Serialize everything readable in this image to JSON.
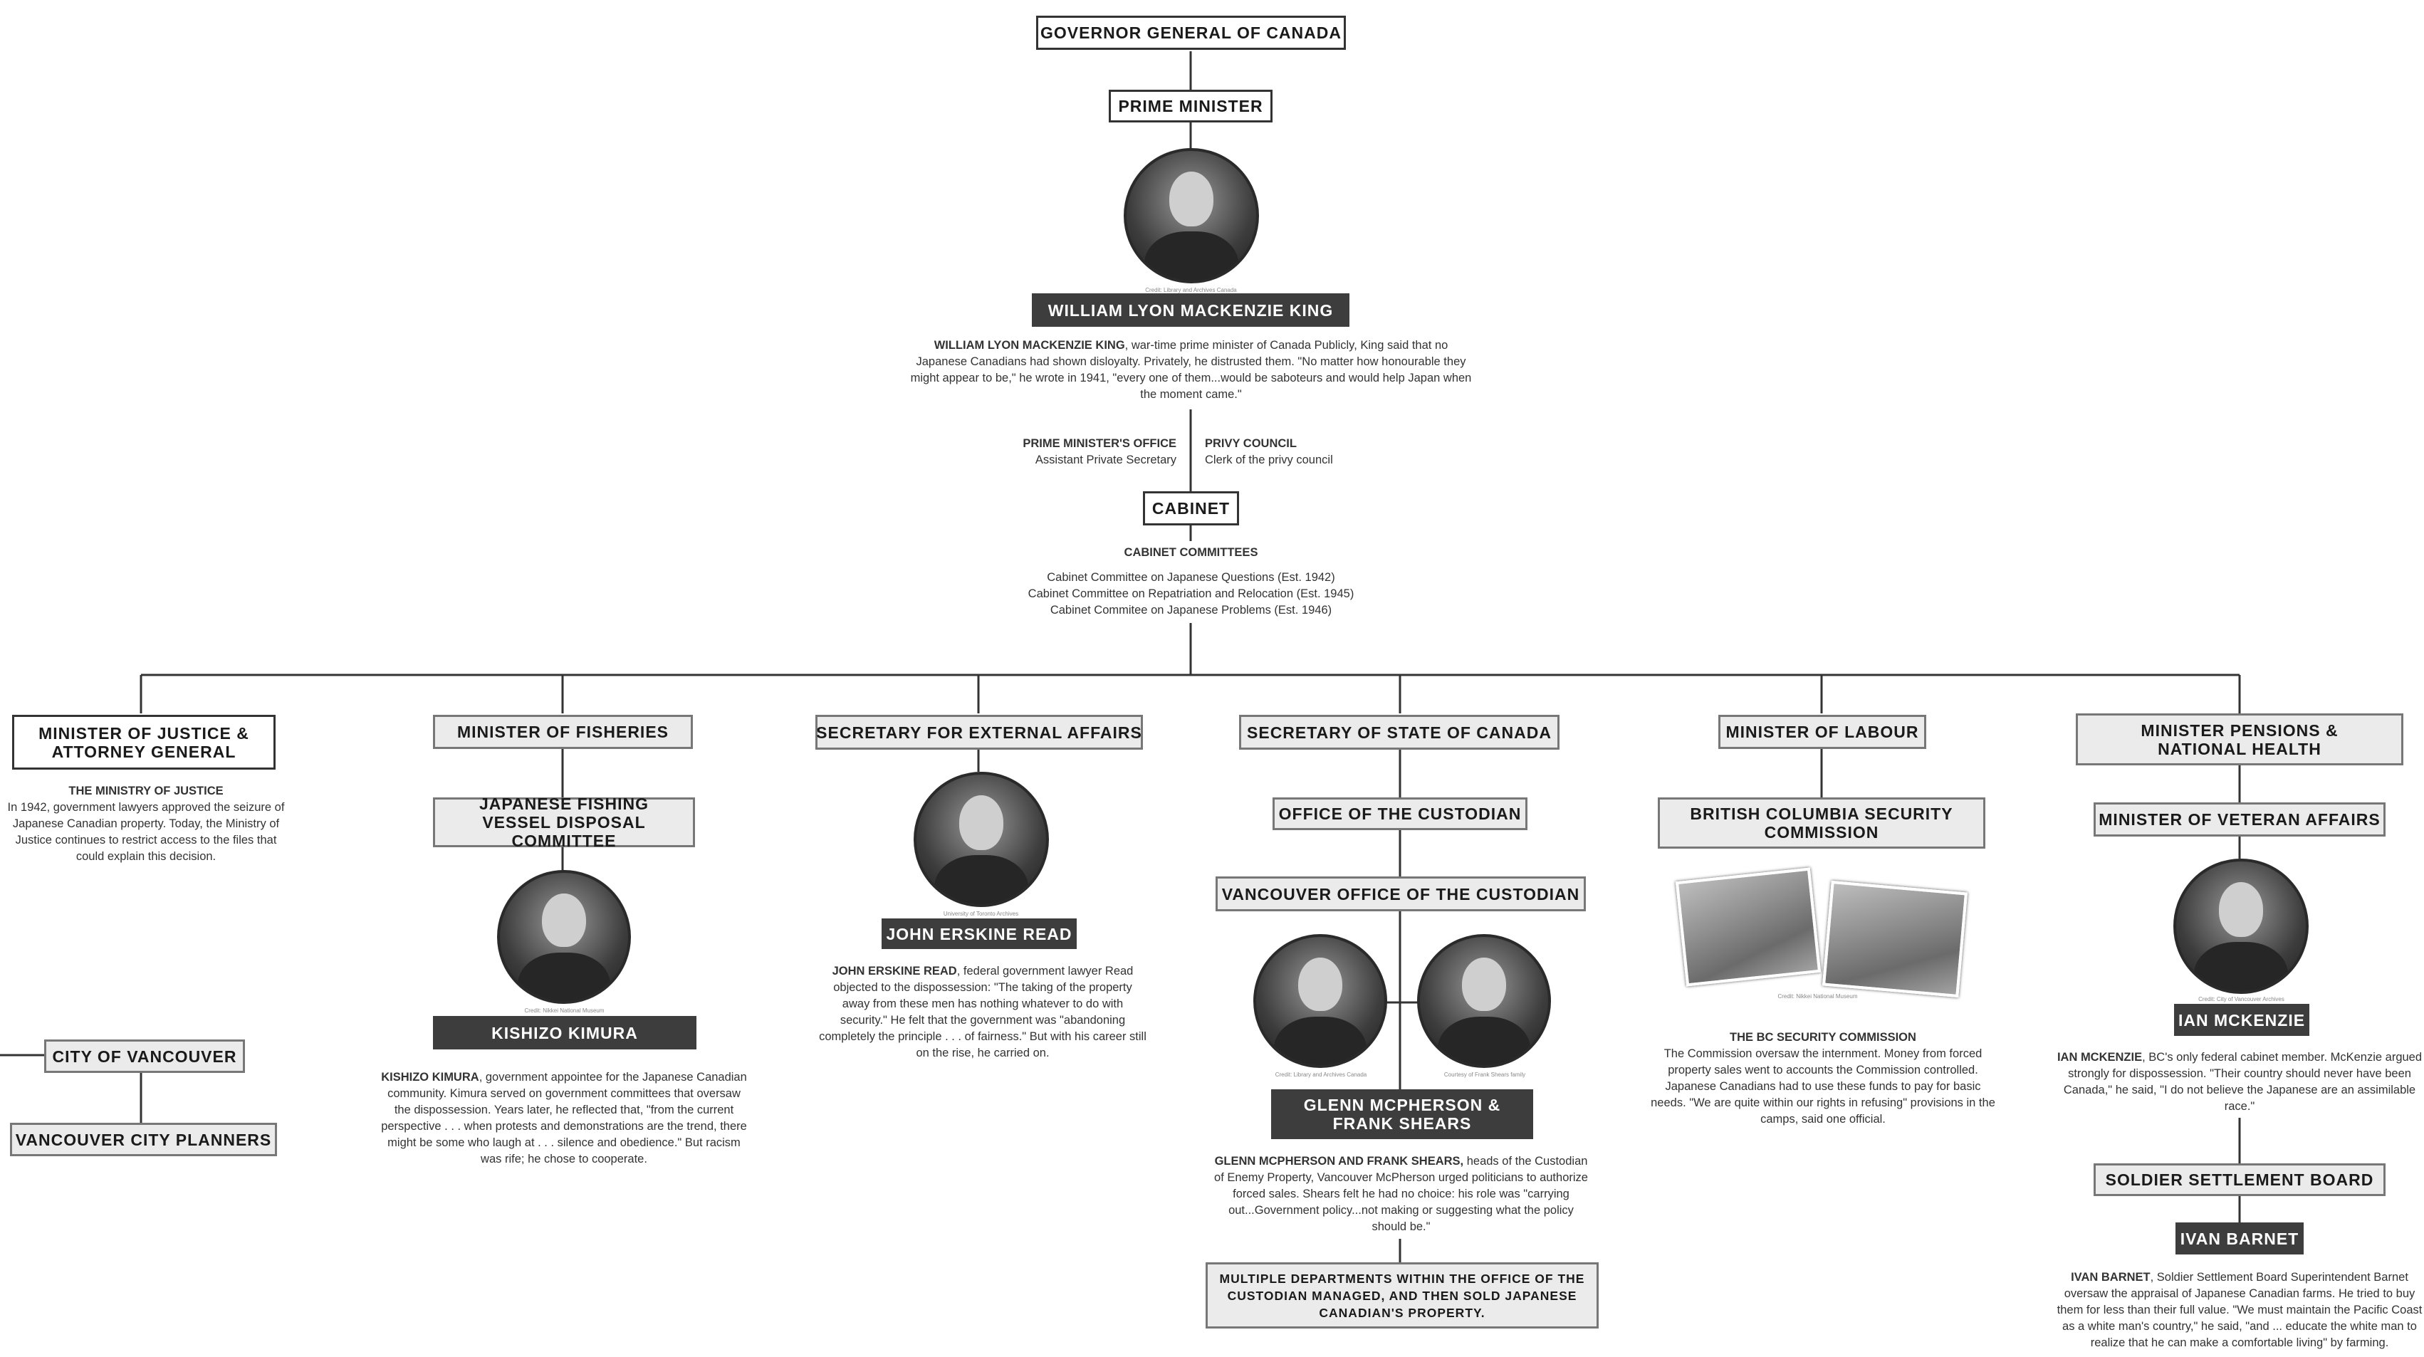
{
  "top": {
    "governor_general": "GOVERNOR GENERAL OF CANADA",
    "prime_minister": "PRIME MINISTER",
    "king_name": "WILLIAM LYON MACKENZIE KING",
    "king_credit": "Credit: Library and Archives Canada",
    "king_desc": {
      "name": "WILLIAM LYON MACKENZIE KING",
      "text": ", war-time prime minister of Canada Publicly, King said that no Japanese Canadians had shown disloyalty. Privately, he distrusted them. \"No matter how honourable they might appear to be,\" he wrote in 1941, \"every one of them...would be saboteurs and would help Japan when the moment came.\""
    },
    "pm_office": {
      "title": "PRIME MINISTER'S OFFICE",
      "sub": "Assistant Private Secretary"
    },
    "privy_council": {
      "title": "PRIVY COUNCIL",
      "sub": "Clerk of the privy council"
    },
    "cabinet": "CABINET",
    "cabinet_committees": {
      "title": "CABINET COMMITTEES",
      "items": [
        "Cabinet Committee on Japanese Questions (Est. 1942)",
        "Cabinet Committee on Repatriation and Relocation (Est. 1945)",
        "Cabinet Commitee on Japanese Problems (Est. 1946)"
      ]
    }
  },
  "col1": {
    "title": "MINISTER OF JUSTICE & ATTORNEY GENERAL",
    "heading": "THE MINISTRY OF JUSTICE",
    "text": "In 1942, government lawyers approved the seizure of Japanese Canadian property. Today, the Ministry of Justice continues to restrict access to the files that could explain this decision.",
    "city": "CITY OF VANCOUVER",
    "planners": "VANCOUVER CITY PLANNERS"
  },
  "col2": {
    "title": "MINISTER OF FISHERIES",
    "committee": "JAPANESE FISHING VESSEL DISPOSAL COMMITTEE",
    "person": "KISHIZO KIMURA",
    "credit": "Credit: Nikkei National Museum",
    "desc_name": "KISHIZO KIMURA",
    "desc": ", government appointee for the Japanese Canadian community. Kimura served on government committees that oversaw the dispossession. Years later, he reflected that, \"from the current perspective . . . when protests and demonstrations are the trend, there might be some who laugh at . . . silence and obedience.\" But racism was rife; he chose to cooperate."
  },
  "col3": {
    "title": "SECRETARY FOR EXTERNAL AFFAIRS",
    "person": "JOHN ERSKINE READ",
    "credit": "University of Toronto Archives",
    "desc_name": "JOHN ERSKINE READ",
    "desc": ", federal government lawyer Read objected to the dispossession: \"The taking of the property away from these men has nothing whatever to do with security.\" He felt that the government was \"abandoning completely the principle . . . of fairness.\" But with his career still on the rise, he carried on."
  },
  "col4": {
    "title": "SECRETARY OF STATE OF CANADA",
    "office": "OFFICE OF THE CUSTODIAN",
    "vancouver_office": "VANCOUVER OFFICE OF THE CUSTODIAN",
    "credit_left": "Credit: Library and Archives Canada",
    "credit_right": "Courtesy of Frank Shears family",
    "person": "GLENN MCPHERSON & FRANK SHEARS",
    "desc_name": "GLENN MCPHERSON AND FRANK SHEARS,",
    "desc": " heads of the Custodian of Enemy Property, Vancouver McPherson urged politicians to authorize forced sales. Shears felt he had no choice: his role was \"carrying out...Government policy...not making or suggesting what the policy should be.\"",
    "departments": "MULTIPLE DEPARTMENTS WITHIN THE OFFICE OF THE CUSTODIAN MANAGED, AND THEN SOLD JAPANESE CANADIAN'S PROPERTY."
  },
  "col5": {
    "title": "MINISTER OF LABOUR",
    "commission": "BRITISH COLUMBIA SECURITY COMMISSION",
    "credit": "Credit: Nikkei National Museum",
    "heading": "THE BC SECURITY COMMISSION",
    "text": "The Commission oversaw the internment. Money from forced property sales went to accounts the Commission controlled. Japanese Canadians had to use these funds to pay for basic needs. \"We are quite within our rights in refusing\" provisions in the camps, said one official."
  },
  "col6": {
    "title": "MINISTER PENSIONS & NATIONAL HEALTH",
    "veteran": "MINISTER OF VETERAN AFFAIRS",
    "person": "IAN MCKENZIE",
    "credit": "Credit: City of Vancouver Archives",
    "desc_name": "IAN MCKENZIE",
    "desc": ", BC's only federal cabinet member. McKenzie argued strongly for dispossession. \"Their country should never have been Canada,\" he said, \"I do not believe the Japanese are an assimilable race.\"",
    "board": "SOLDIER SETTLEMENT BOARD",
    "person2": "IVAN BARNET",
    "desc2_name": "IVAN BARNET",
    "desc2": ", Soldier Settlement Board Superintendent Barnet oversaw the appraisal of Japanese Canadian farms. He tried to buy them for less than their full value. \"We must maintain the Pacific Coast as a white man's country,\" he said, \"and ... educate the white man to realize that he can make a comfortable living\" by farming."
  }
}
